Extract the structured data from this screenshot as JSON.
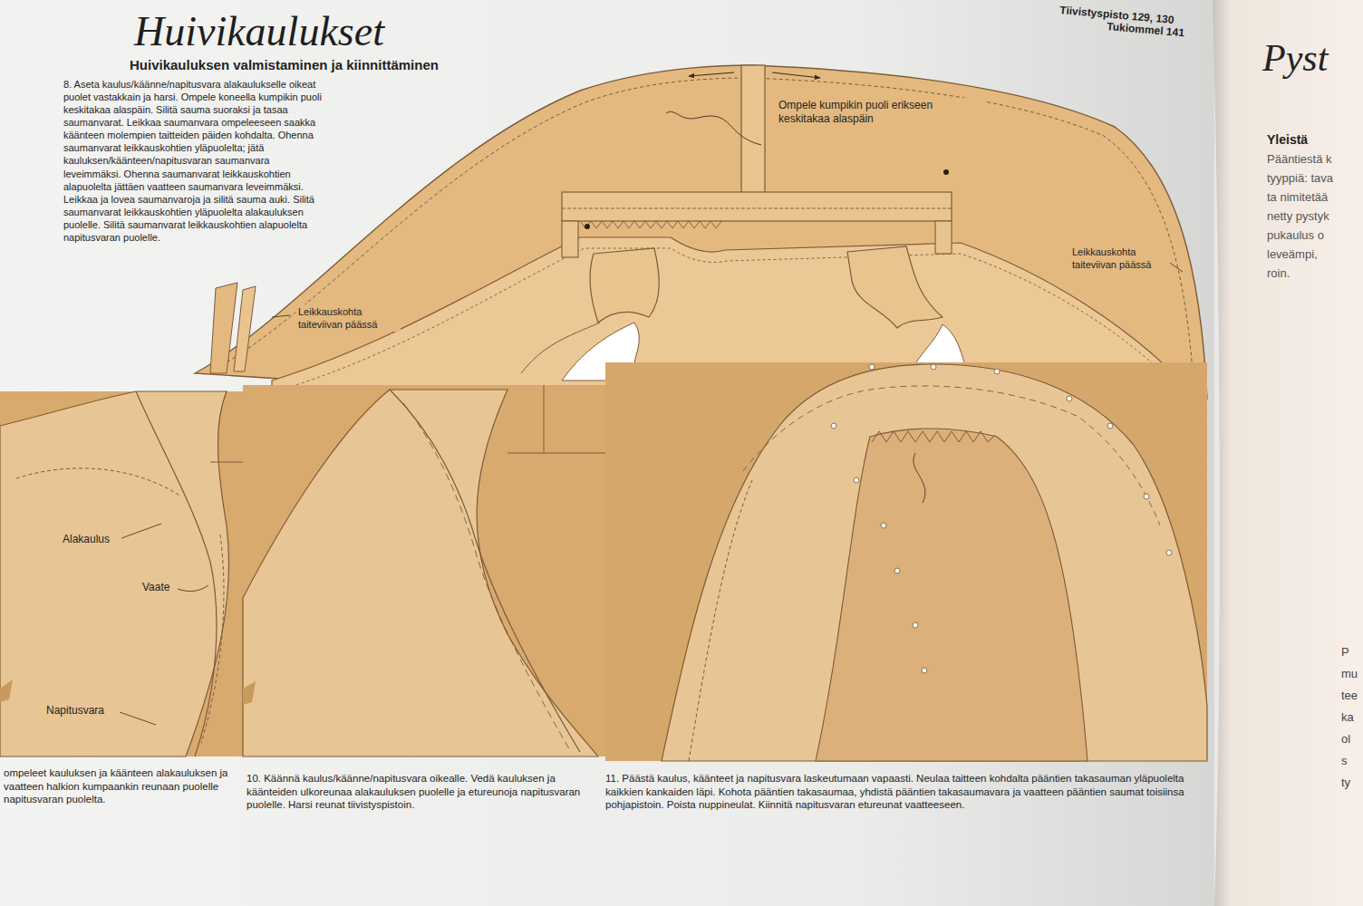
{
  "diagram": {
    "title": "Huivikaulukset",
    "labels": [
      "Huivikauluksen valmistaminen ja kiinnittäminen",
      "8. Aseta kaulus/käänne/napitusvara alakaulukselle oikeat puolet vastakkain ja harsi. Ompele koneella kumpikin puoli keskitakaa alaspäin. Silitä sauma suoraksi ja tasaa saumanvarat. Leikkaa saumanvara ompeleeseen saakka käänteen molempien taitteiden päiden kohdalta. Ohenna saumanvarat leikkauskohtien yläpuolelta; jätä kauluksen/käänteen/napitusvaran saumanvara leveimmäksi. Ohenna saumanvarat leikkauskohtien alapuolelta jättäen vaatteen saumanvara leveimmäksi. Leikkaa ja lovea saumanvaroja ja silitä sauma auki. Silitä saumanvarat leikkauskohtien yläpuolelta alakauluksen puolelle. Silitä saumanvarat leikkauskohtien alapuolelta napitusvaran puolelle.",
      "Ompele kumpikin puoli erikseen keskitakaa alaspäin",
      "Leikkauskohta taiteviivan päässä",
      "Leikkauskohta taiteviivan päässä",
      "Alakaulus",
      "Vaate",
      "Napitusvara",
      "ompeleet kauluksen ja käänteen alakauluksen ja vaatteen halkion kumpaankin reunaan puolelle napitusvaran puolelta.",
      "10. Käännä kaulus/käänne/napitusvara oikealle. Vedä kauluksen ja käänteiden ulkoreunaa alakauluksen puolelle ja etureunoja napitusvaran puolelle. Harsi reunat tiivistyspistoin.",
      "11. Päästä kaulus, käänteet ja napitusvara laskeutumaan vapaasti. Neulaa taitteen kohdalta pääntien takasauman yläpuolelta kaikkien kankaiden läpi. Kohota pääntien takasaumaa, yhdistä pääntien takasaumavara ja vaatteen pääntien saumat toisiinsa pohjapistoin. Poista nuppineulat. Kiinnitä napitusvaran etureunat vaatteeseen.",
      "Tiivistyspisto 129, 130",
      "Tukiommel 141",
      "Pyst",
      "Yleistä",
      "Pääntiestä k",
      "tyyppiä: tava",
      "ta nimitetää",
      "netty pystyk",
      "pukaulus o",
      "leveämpi,",
      "roin.",
      "P",
      "mu",
      "tee",
      "ka",
      "ol",
      "s",
      "ty"
    ]
  }
}
